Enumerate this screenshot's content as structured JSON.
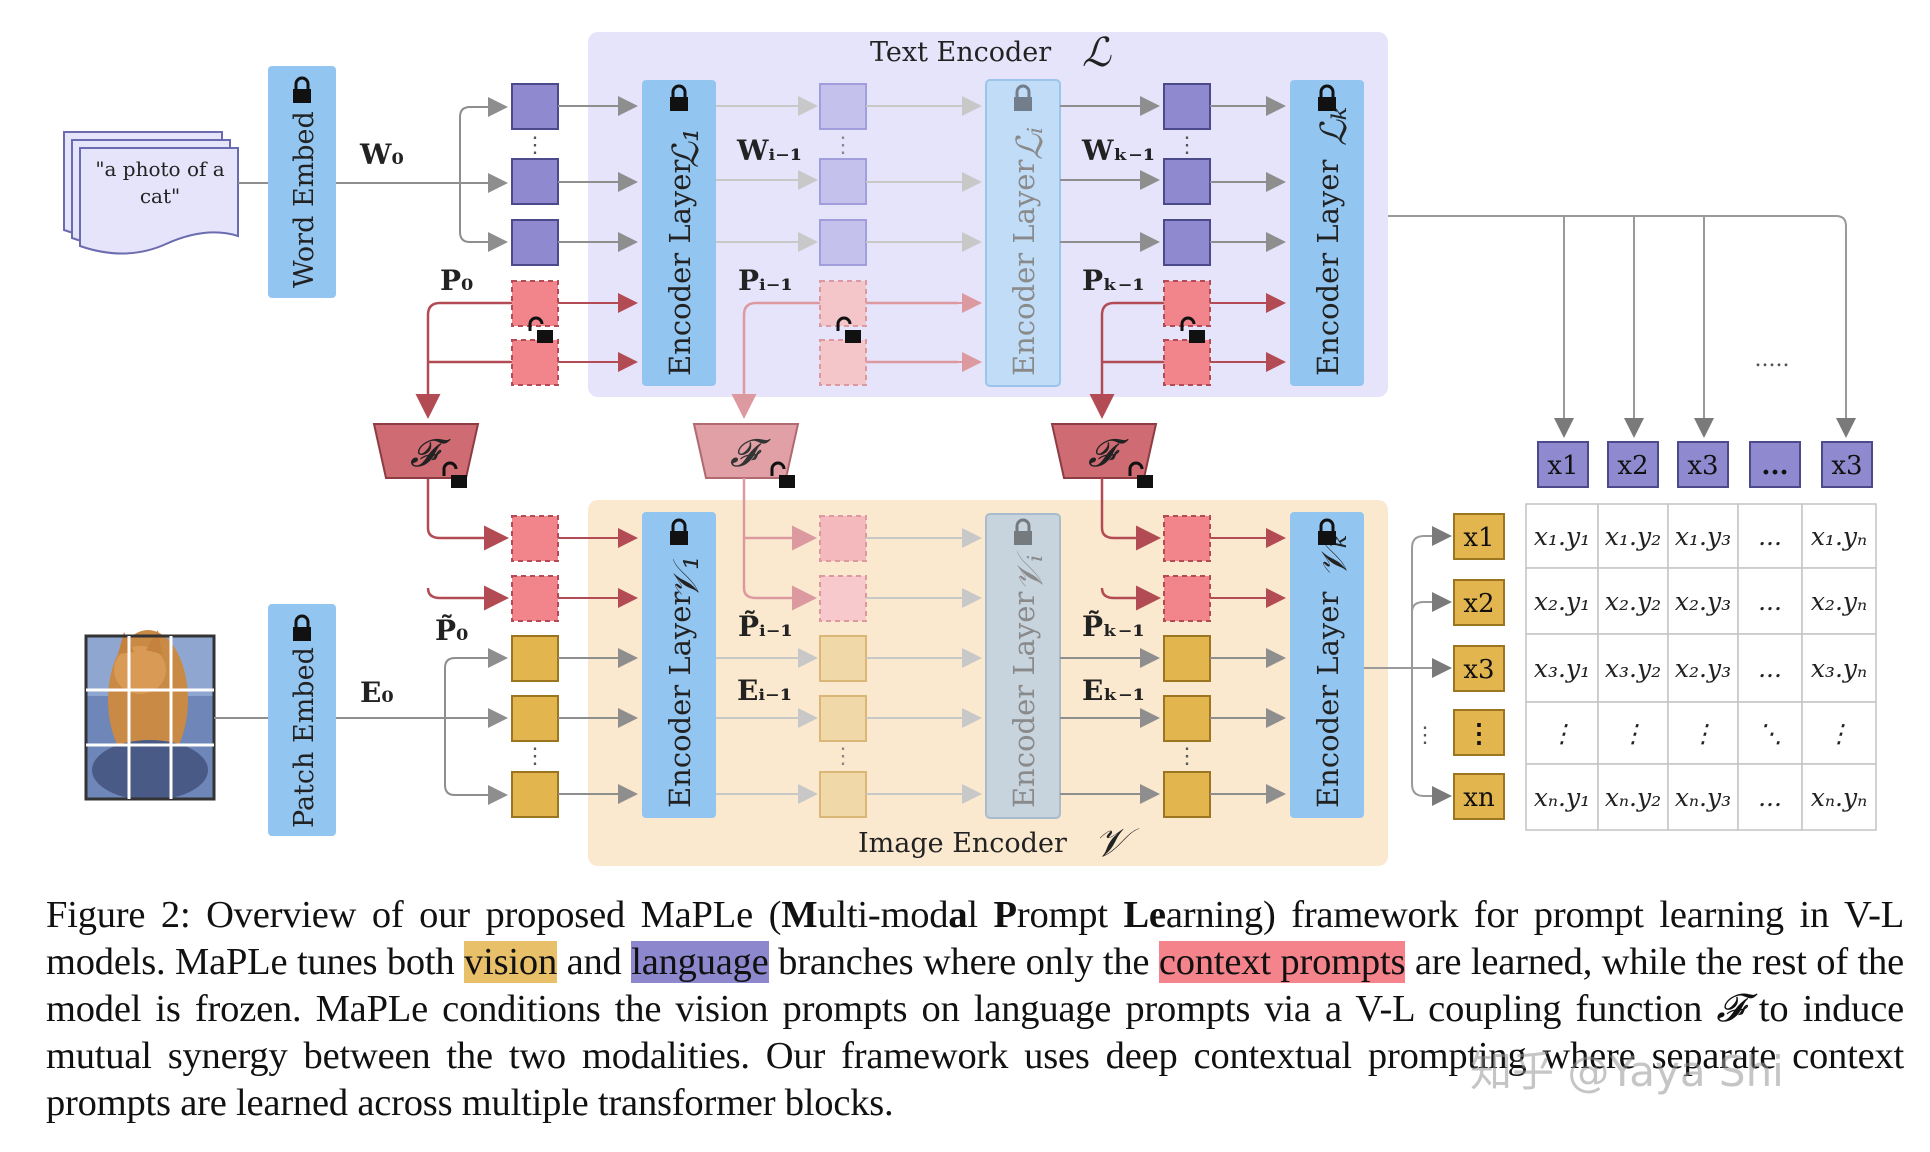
{
  "text_encoder": {
    "title": "Text Encoder",
    "symbol": "ℒ"
  },
  "image_encoder": {
    "title": "Image Encoder",
    "symbol": "𝒱"
  },
  "input_text": {
    "line1": "\"a photo of a",
    "line2": "cat\""
  },
  "word_embed": "Word Embed",
  "patch_embed": "Patch Embed",
  "labels": {
    "w0": "W₀",
    "wi1": "Wᵢ₋₁",
    "wk1": "Wₖ₋₁",
    "p0": "P₀",
    "pi1": "Pᵢ₋₁",
    "pk1": "Pₖ₋₁",
    "pt0": "P̃₀",
    "pti1": "P̃ᵢ₋₁",
    "ptk1": "P̃ₖ₋₁",
    "e0": "E₀",
    "ei1": "Eᵢ₋₁",
    "ek1": "Eₖ₋₁"
  },
  "encoder_layer": "Encoder Layer",
  "coupling": "𝓕",
  "text_layers": [
    "ℒ₁",
    "ℒᵢ",
    "ℒₖ"
  ],
  "image_layers": [
    "𝒱₁",
    "𝒱ᵢ",
    "𝒱ₖ"
  ],
  "top_features": [
    "x1",
    "x2",
    "x3",
    "...",
    "x3"
  ],
  "left_features": [
    "x1",
    "x2",
    "x3",
    "⋮",
    "xn"
  ],
  "dots_top": ".....",
  "matrix": [
    [
      "x₁.y₁",
      "x₁.y₂",
      "x₁.y₃",
      "...",
      "x₁.yₙ"
    ],
    [
      "x₂.y₁",
      "x₂.y₂",
      "x₂.y₃",
      "...",
      "x₂.yₙ"
    ],
    [
      "x₃.y₁",
      "x₃.y₂",
      "x₂.y₃",
      "...",
      "x₃.yₙ"
    ],
    [
      "⋮",
      "⋮",
      "⋮",
      "⋱",
      "⋮"
    ],
    [
      "xₙ.y₁",
      "xₙ.y₂",
      "xₙ.y₃",
      "...",
      "xₙ.yₙ"
    ]
  ],
  "caption": {
    "p1": "Figure 2: Overview of our proposed MaPLe (",
    "b1": "M",
    "p2": "ulti-mod",
    "b2": "a",
    "p3": "l ",
    "b3": "P",
    "p4": "rompt ",
    "b4": "Le",
    "p5": "arning) framework for prompt learning in V-L models. MaPLe tunes both ",
    "vision": "vision",
    "p6": " and ",
    "language": "language",
    "p7": " branches where only the ",
    "context": "context prompts",
    "p8": " are learned, while the rest of the model is frozen. MaPLe conditions the vision prompts on language prompts via a V-L coupling function ",
    "f": "𝓕",
    "p9": " to induce mutual synergy between the two modalities. Our framework uses deep contextual prompting where separate context prompts are learned across multiple transformer blocks."
  },
  "watermark": "知乎 @Yaya Shi",
  "colors": {
    "text_bg": "#e6e4fb",
    "image_bg": "#fbe9cf",
    "encoder": "#93c5f1",
    "text_token": "#8f8ad0",
    "image_token": "#e2b54e",
    "prompt": "#f2848c",
    "coupling": "#cf6b73"
  }
}
